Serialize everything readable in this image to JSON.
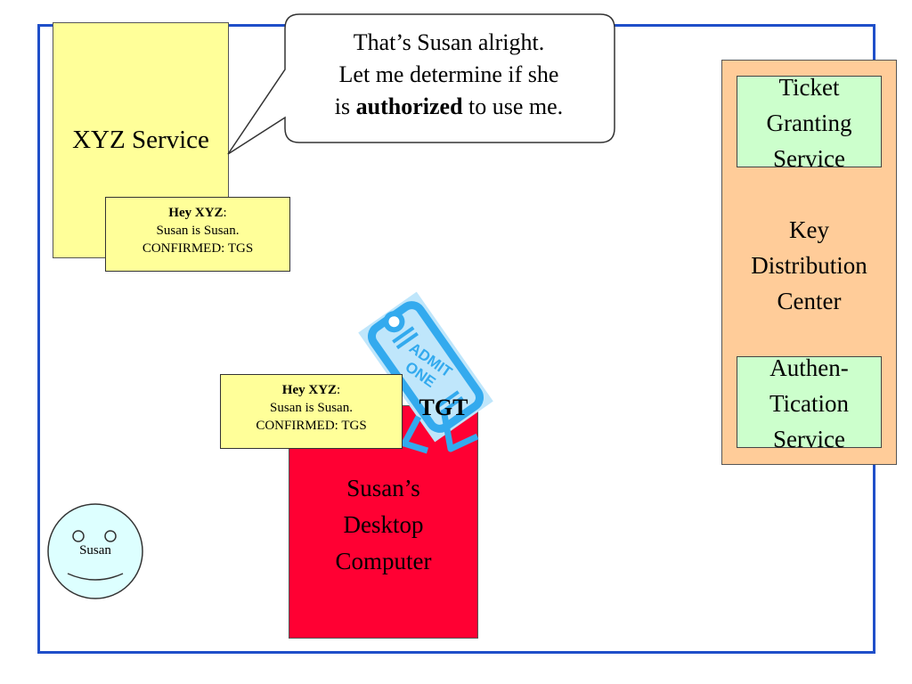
{
  "xyz_service": {
    "label": "XYZ Service"
  },
  "speech_bubble": {
    "line1": "That’s Susan alright.",
    "line2": "Let me determine if she",
    "line3_pre": "is ",
    "line3_bold": "authorized",
    "line3_post": " to use me."
  },
  "note_at_service": {
    "greeting_bold": "Hey XYZ",
    "greeting_colon": ":",
    "line2": "Susan is Susan.",
    "line3": "CONFIRMED: TGS"
  },
  "note_at_desktop": {
    "greeting_bold": "Hey XYZ",
    "greeting_colon": ":",
    "line2": "Susan is Susan.",
    "line3": "CONFIRMED: TGS"
  },
  "kdc": {
    "line1": "Key",
    "line2": "Distribution",
    "line3": "Center",
    "tgs": {
      "line1": "Ticket",
      "line2": "Granting",
      "line3": "Service"
    },
    "auth": {
      "line1": "Authen-",
      "line2": "Tication",
      "line3": "Service"
    }
  },
  "desktop": {
    "line1": "Susan’s",
    "line2": "Desktop",
    "line3": "Computer"
  },
  "ticket": {
    "label": "TGT",
    "stamp_line1": "ADMIT",
    "stamp_line2": "ONE"
  },
  "user": {
    "name": "Susan"
  },
  "colors": {
    "frame": "#1f4fc9",
    "service_yellow": "#ffff99",
    "kdc_orange": "#ffcc99",
    "service_green": "#ccffcc",
    "desktop_red": "#ff0033",
    "ticket_blue": "#33aaee",
    "face": "#ddffff"
  }
}
